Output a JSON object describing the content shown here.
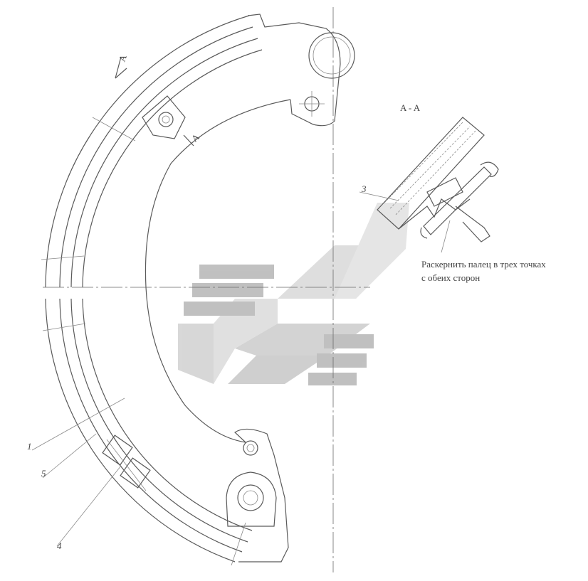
{
  "section": {
    "marker_upper": "A",
    "marker_lower": "A",
    "title": "A - A"
  },
  "callouts": {
    "p1": "1",
    "p3": "3",
    "p4": "4",
    "p5": "5"
  },
  "note": {
    "line1": "Раскернить палец в трех точках",
    "line2": "с обеих сторон"
  },
  "colors": {
    "line": "#5a5a5a",
    "watermark": "#9a9a9a"
  }
}
